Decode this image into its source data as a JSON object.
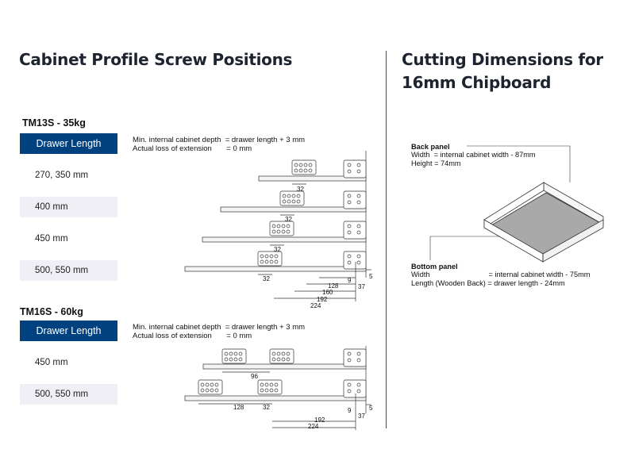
{
  "left": {
    "title": "Cabinet Profile Screw Positions",
    "sections": [
      {
        "model": "TM13S - 35kg",
        "table_header": "Drawer Length",
        "rows": [
          "270, 350 mm",
          "400 mm",
          "450 mm",
          "500, 550 mm"
        ],
        "note_line1": "Min. internal cabinet depth  = drawer length + 3 mm",
        "note_line2": "Actual loss of extension       = 0 mm",
        "dims": [
          "32",
          "32",
          "32",
          "32",
          "128",
          "160",
          "192",
          "224",
          "9",
          "37",
          "5"
        ]
      },
      {
        "model": "TM16S - 60kg",
        "table_header": "Drawer Length",
        "rows": [
          "450 mm",
          "500, 550 mm"
        ],
        "note_line1": "Min. internal cabinet depth  = drawer length + 3 mm",
        "note_line2": "Actual loss of extension       = 0 mm",
        "dims": [
          "96",
          "128",
          "32",
          "192",
          "224",
          "9",
          "37",
          "5"
        ]
      }
    ]
  },
  "right": {
    "title_line1": "Cutting Dimensions for",
    "title_line2": "16mm Chipboard",
    "back_panel": {
      "heading": "Back panel",
      "line1": "Width  = internal cabinet width - 87mm",
      "line2": "Height = 74mm"
    },
    "bottom_panel": {
      "heading": "Bottom panel",
      "line1": "Width                             = internal cabinet width - 75mm",
      "line2": "Length (Wooden Back) = drawer length - 24mm"
    }
  },
  "colors": {
    "table_header": "#00427f",
    "row_shade": "#efeff5",
    "panel_fill": "#a9a9a9"
  }
}
